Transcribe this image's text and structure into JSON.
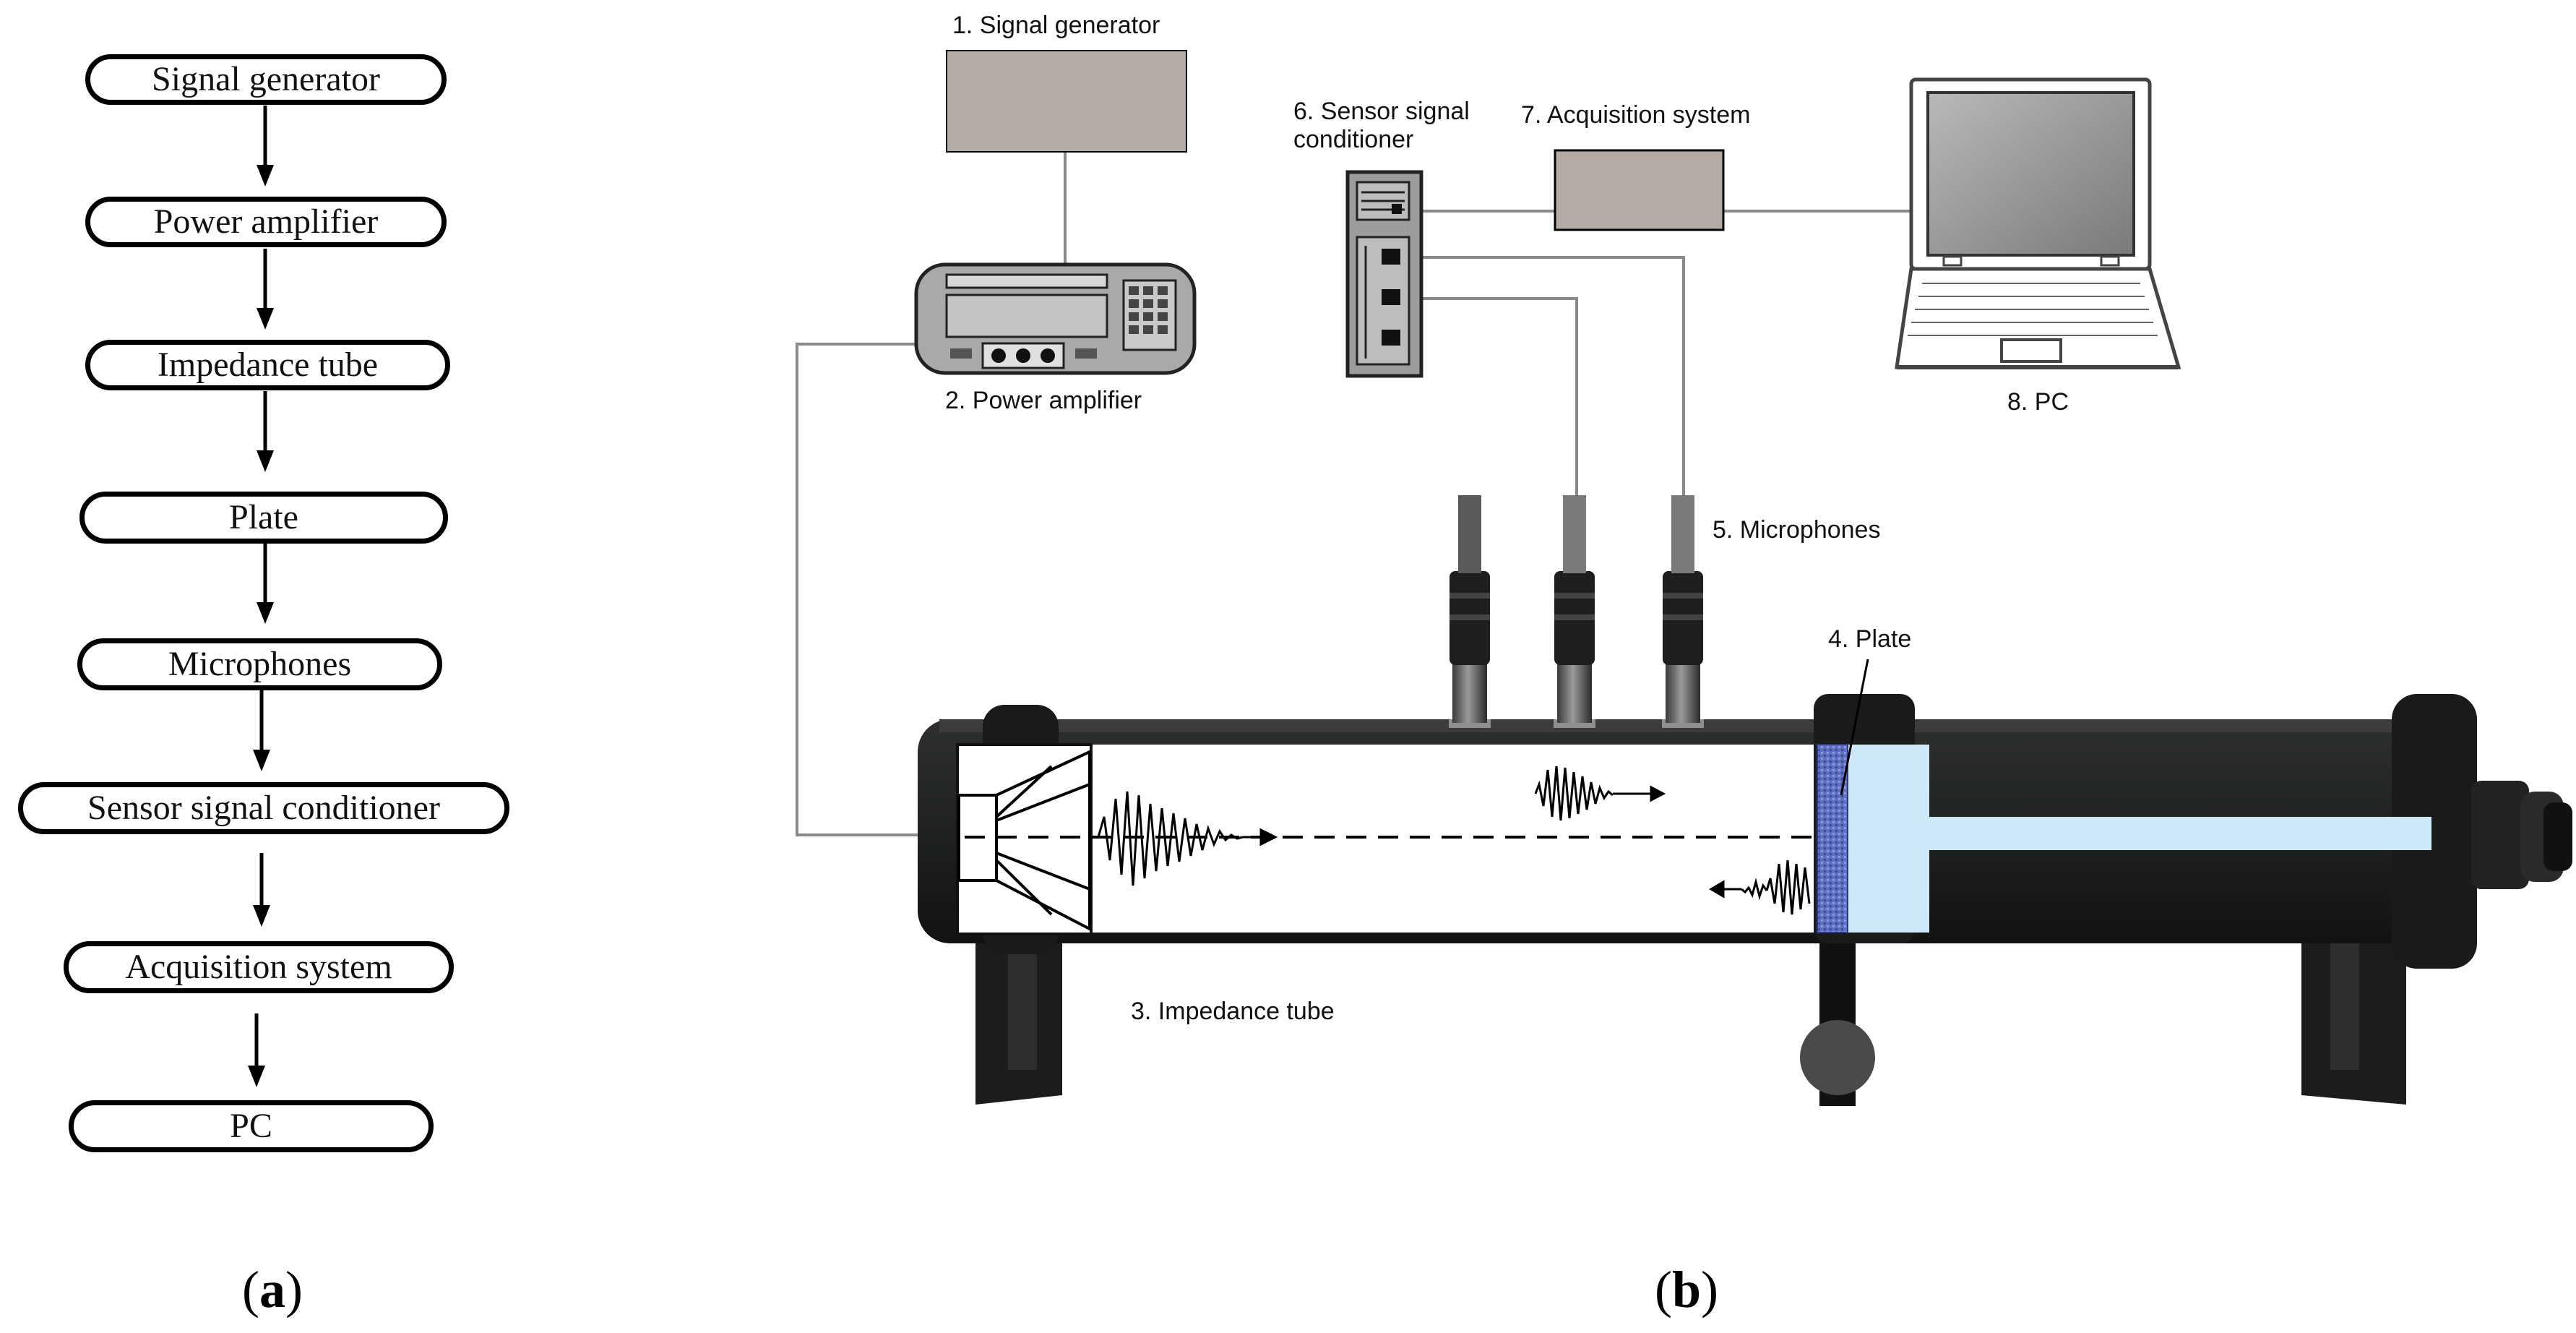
{
  "flowchart": {
    "steps": [
      "Signal generator",
      "Power amplifier",
      "Impedance tube",
      "Plate",
      "Microphones",
      "Sensor signal conditioner",
      "Acquisition system",
      "PC"
    ]
  },
  "panels": {
    "a": "a",
    "b": "b"
  },
  "diagram": {
    "signal_generator": "1. Signal generator",
    "power_amplifier": "2. Power amplifier",
    "impedance_tube": "3. Impedance tube",
    "plate": "4. Plate",
    "microphones": "5. Microphones",
    "sensor_conditioner_line1": "6. Sensor signal",
    "sensor_conditioner_line2": "conditioner",
    "acquisition_system": "7. Acquisition system",
    "pc": "8. PC"
  }
}
